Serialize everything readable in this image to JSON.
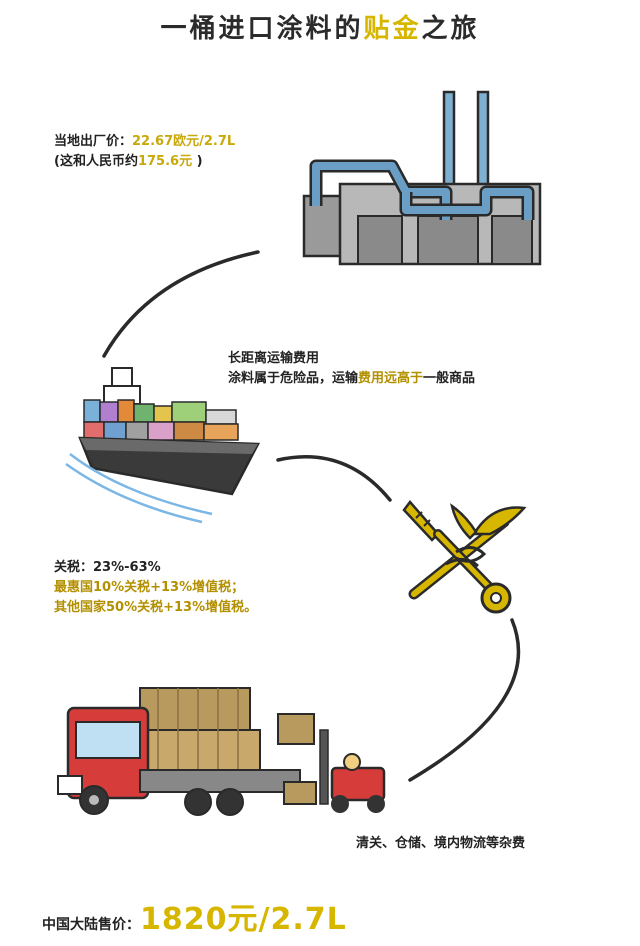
{
  "title": {
    "part1": "一桶进口涂料的",
    "hl1": "贴",
    "hl2": "金",
    "part2": "之旅"
  },
  "factory": {
    "price_label": "当地出厂价：",
    "price_value": "22.67欧元/2.7L",
    "rmb_prefix": "(这和人民币约",
    "rmb_value": "175.6元",
    "rmb_suffix": " )"
  },
  "shipping": {
    "title": "长距离运输费用",
    "desc_a": "涂料属于危险品，运输",
    "desc_hl": "费用远高于",
    "desc_b": "一般商品"
  },
  "tariff": {
    "label": "关税：",
    "range": "23%-63%",
    "line2": "最惠国10%关税+13%增值税；",
    "line3": "其他国家50%关税+13%增值税。"
  },
  "misc": {
    "label": "清关、仓储、境内物流等杂费"
  },
  "final": {
    "label": "中国大陆售价：",
    "value": "1820元/2.7L"
  },
  "colors": {
    "gold": "#d7b600",
    "pipe_blue": "#6b9ec4",
    "truck_red": "#d63d3a",
    "ship_dark": "#3a3a3a"
  },
  "icons": [
    "factory-illustration",
    "cargo-ship-illustration",
    "customs-emblem-key-caduceus",
    "truck-forklift-illustration"
  ]
}
